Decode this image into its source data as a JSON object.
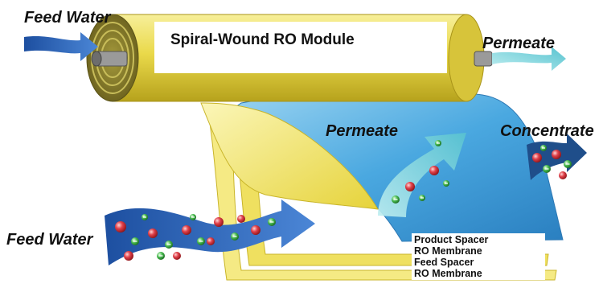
{
  "labels": {
    "feed_water_top": "Feed Water",
    "module_title": "Spiral-Wound RO Module",
    "permeate_top": "Permeate",
    "permeate_mid": "Permeate",
    "concentrate": "Concentrate",
    "feed_water_bottom": "Feed Water"
  },
  "layers": [
    "Product Spacer",
    "RO Membrane",
    "Feed Spacer",
    "RO Membrane"
  ],
  "colors": {
    "housing": "#e8d84a",
    "membrane_blue": "#4aa8e0",
    "feed_flow": "#2a5fb0",
    "permeate_flow": "#7fd3dc",
    "concentrate_flow": "#1f4e8a",
    "ion_red": "#d8303a",
    "ion_green": "#3fae4a"
  },
  "icons": [
    "feed-water-arrow-icon",
    "permeate-arrow-icon",
    "concentrate-arrow-icon",
    "ion-icon"
  ]
}
